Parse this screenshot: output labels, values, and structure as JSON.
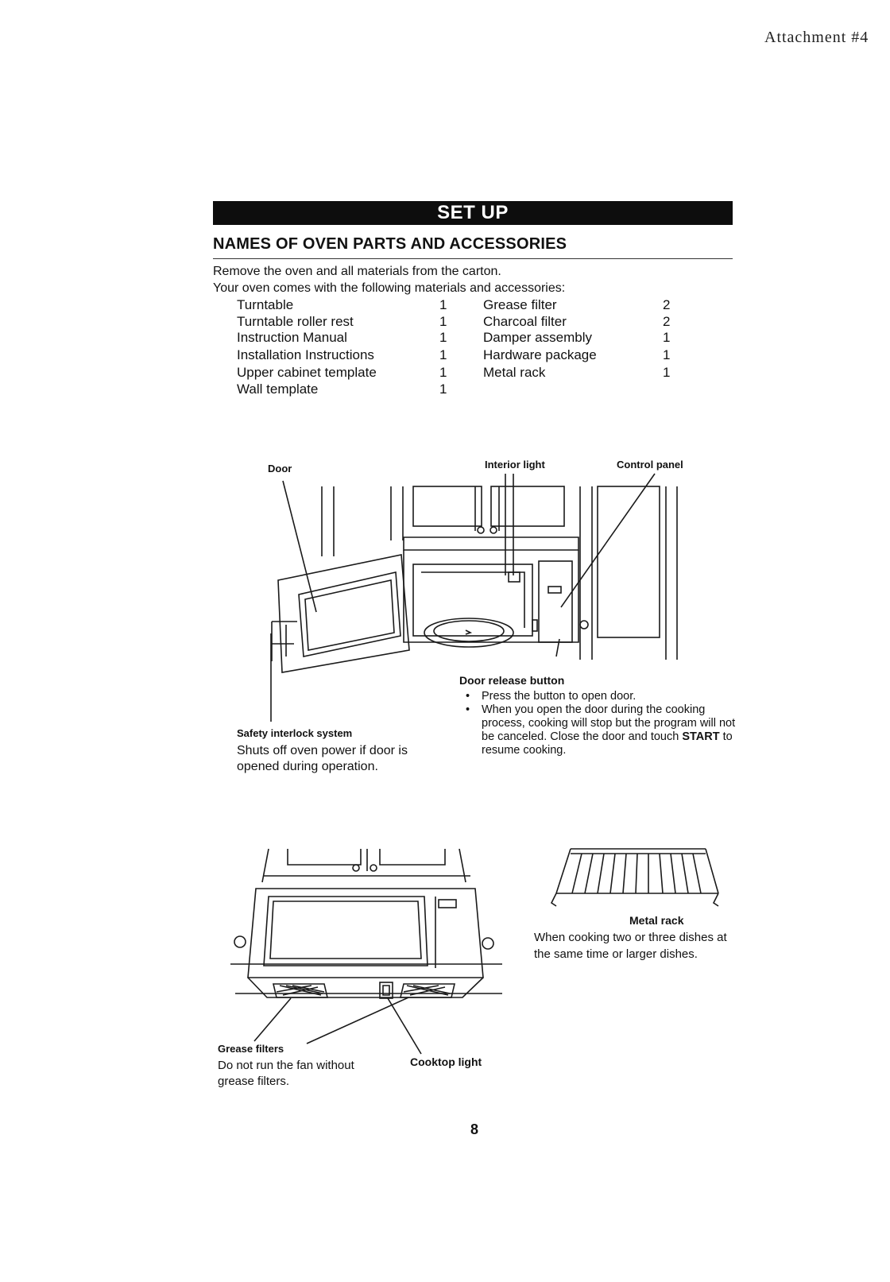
{
  "header": {
    "attachment": "Attachment #4"
  },
  "banner": "SET UP",
  "section_title": "NAMES OF OVEN PARTS AND ACCESSORIES",
  "intro": [
    "Remove the oven and all materials from the carton.",
    "Your oven comes with the following materials and accessories:"
  ],
  "accessories_left": [
    {
      "name": "Turntable",
      "qty": "1"
    },
    {
      "name": "Turntable roller rest",
      "qty": "1"
    },
    {
      "name": "Instruction Manual",
      "qty": "1"
    },
    {
      "name": "Installation Instructions",
      "qty": "1"
    },
    {
      "name": "Upper cabinet template",
      "qty": "1"
    },
    {
      "name": "Wall template",
      "qty": "1"
    }
  ],
  "accessories_right": [
    {
      "name": "Grease filter",
      "qty": "2"
    },
    {
      "name": "Charcoal filter",
      "qty": "2"
    },
    {
      "name": "Damper assembly",
      "qty": "1"
    },
    {
      "name": "Hardware package",
      "qty": "1"
    },
    {
      "name": "Metal rack",
      "qty": "1"
    }
  ],
  "labels": {
    "door": "Door",
    "interior_light": "Interior light",
    "control_panel": "Control panel",
    "door_release": "Door release button",
    "safety_interlock": "Safety interlock system",
    "metal_rack": "Metal rack",
    "grease_filters": "Grease filters",
    "cooktop_light": "Cooktop light"
  },
  "door_release_notes": [
    "Press the button to open door.",
    "When you open the door during the cooking process, cooking will stop but the program will not be canceled. Close the door and touch START to resume cooking."
  ],
  "safety_interlock_desc": "Shuts off oven power if door is opened during operation.",
  "metal_rack_desc": "When cooking two or three dishes at the same time or larger dishes.",
  "grease_filters_desc": "Do not run the fan without grease filters.",
  "page_number": "8"
}
